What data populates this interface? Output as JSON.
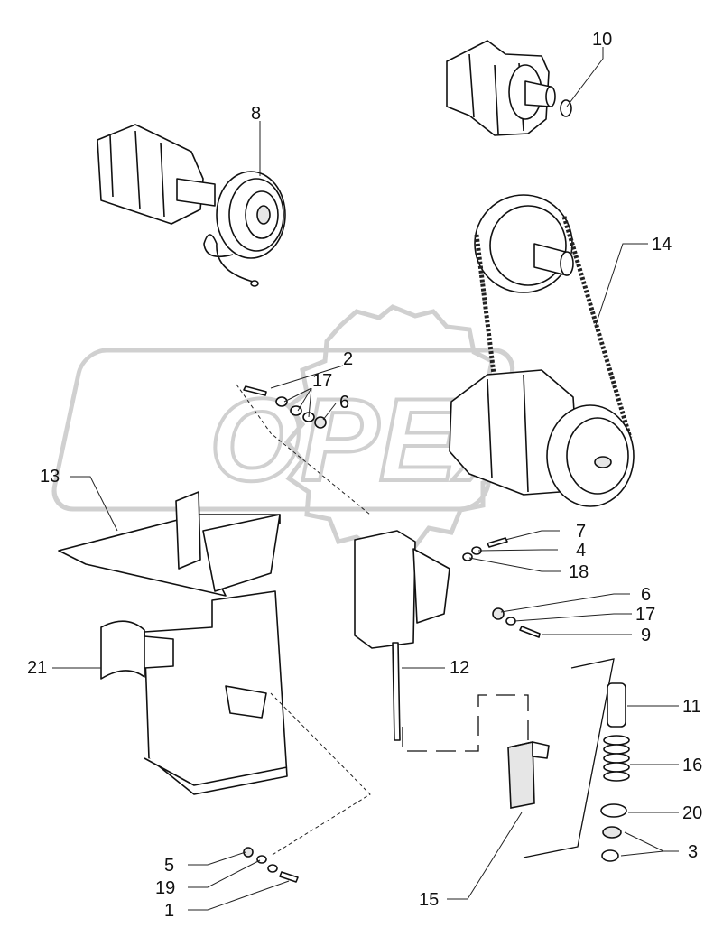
{
  "watermark": {
    "text": "OPEX"
  },
  "callouts": [
    {
      "id": "1",
      "text": "1"
    },
    {
      "id": "2",
      "text": "2"
    },
    {
      "id": "3",
      "text": "3"
    },
    {
      "id": "4",
      "text": "4"
    },
    {
      "id": "5",
      "text": "5"
    },
    {
      "id": "6a",
      "text": "6"
    },
    {
      "id": "6b",
      "text": "6"
    },
    {
      "id": "7",
      "text": "7"
    },
    {
      "id": "8",
      "text": "8"
    },
    {
      "id": "9",
      "text": "9"
    },
    {
      "id": "10",
      "text": "10"
    },
    {
      "id": "11",
      "text": "11"
    },
    {
      "id": "12",
      "text": "12"
    },
    {
      "id": "13",
      "text": "13"
    },
    {
      "id": "14",
      "text": "14"
    },
    {
      "id": "15",
      "text": "15"
    },
    {
      "id": "16",
      "text": "16"
    },
    {
      "id": "17a",
      "text": "17"
    },
    {
      "id": "17b",
      "text": "17"
    },
    {
      "id": "18",
      "text": "18"
    },
    {
      "id": "19",
      "text": "19"
    },
    {
      "id": "20",
      "text": "20"
    },
    {
      "id": "21",
      "text": "21"
    }
  ]
}
